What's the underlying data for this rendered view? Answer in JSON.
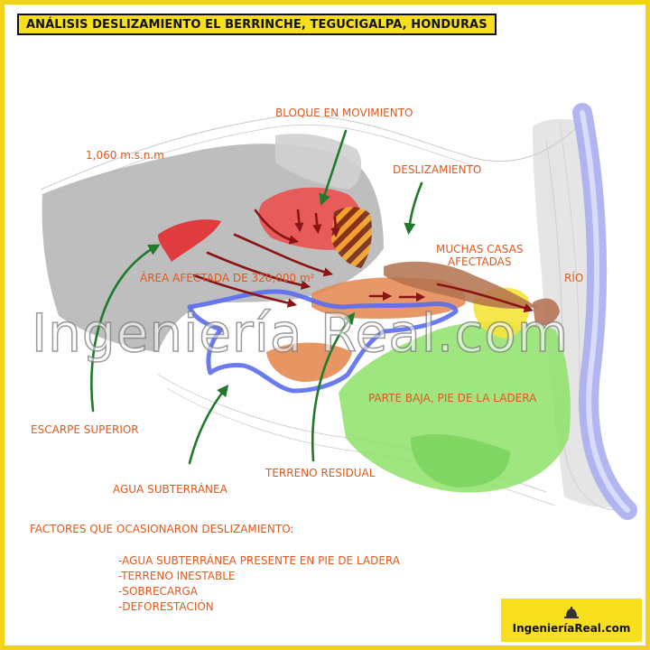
{
  "title": "ANÁLISIS DESLIZAMIENTO EL BERRINCHE, TEGUCIGALPA, HONDURAS",
  "labels": {
    "elevation": "1,060 m.s.n.m",
    "moving_block": "BLOQUE EN MOVIMIENTO",
    "landslide": "DESLIZAMIENTO",
    "houses": "MUCHAS CASAS\nAFECTADAS",
    "affected_area": "ÁREA AFECTADA DE 320,000 m²",
    "river": "RÍO",
    "lower_part": "PARTE BAJA, PIE DE LA LADERA",
    "upper_scarp": "ESCARPE SUPERIOR",
    "groundwater": "AGUA SUBTERRÁNEA",
    "residual_terrain": "TERRENO RESIDUAL"
  },
  "watermark": "Ingeniería Real.com",
  "factors": {
    "title": "FACTORES QUE OCASIONARON DESLIZAMIENTO:",
    "items": [
      "-AGUA SUBTERRÁNEA PRESENTE EN PIE DE LADERA",
      "-TERRENO INESTABLE",
      "-SOBRECARGA",
      "-DEFORESTACIÓN"
    ]
  },
  "brand": "IngenieríaReal.com",
  "colors": {
    "frame": "#f2d31b",
    "label": "#e0591d",
    "pointer_arrow": "#1f7a2a",
    "flow_arrow": "#8a1414",
    "groundwater_line": "#5a6cf0",
    "river": "#a9aef0"
  }
}
